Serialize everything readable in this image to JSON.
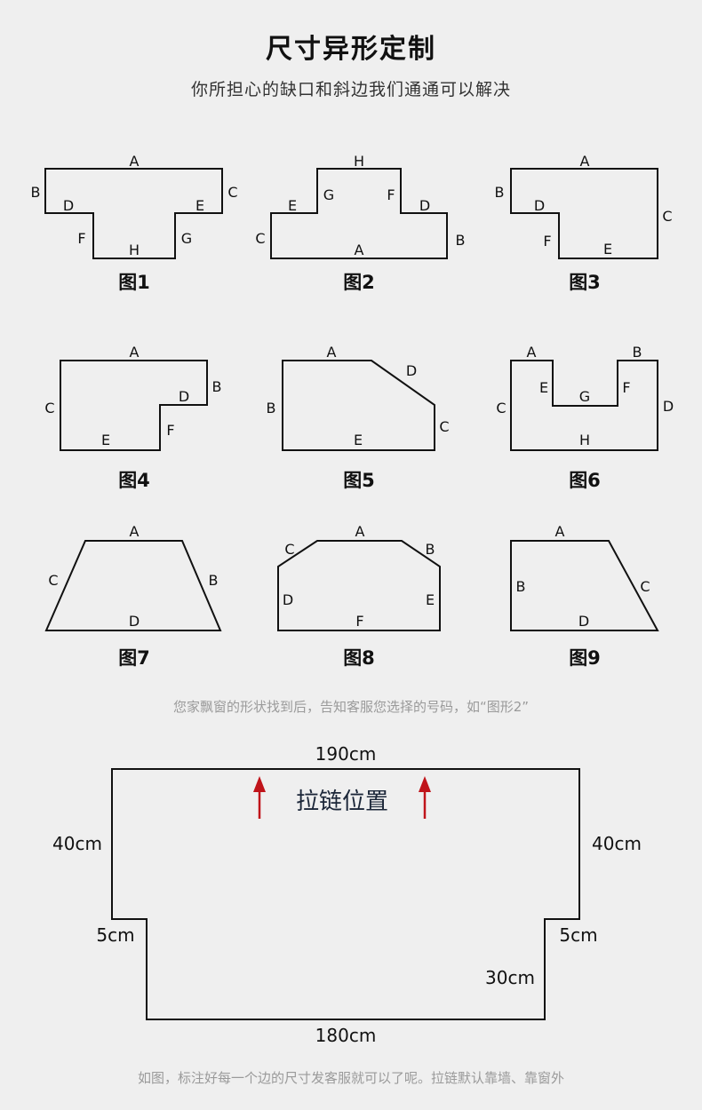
{
  "header": {
    "title": "尺寸异形定制",
    "subtitle": "你所担心的缺口和斜边我们通通可以解决"
  },
  "figures": [
    {
      "caption": "图1",
      "labels": [
        "A",
        "B",
        "C",
        "D",
        "E",
        "F",
        "G",
        "H"
      ]
    },
    {
      "caption": "图2",
      "labels": [
        "H",
        "G",
        "F",
        "E",
        "D",
        "C",
        "A",
        "B"
      ]
    },
    {
      "caption": "图3",
      "labels": [
        "A",
        "B",
        "D",
        "C",
        "F",
        "E"
      ]
    },
    {
      "caption": "图4",
      "labels": [
        "A",
        "B",
        "C",
        "D",
        "F",
        "E"
      ]
    },
    {
      "caption": "图5",
      "labels": [
        "A",
        "D",
        "B",
        "C",
        "E"
      ]
    },
    {
      "caption": "图6",
      "labels": [
        "A",
        "B",
        "E",
        "G",
        "F",
        "C",
        "D",
        "H"
      ]
    },
    {
      "caption": "图7",
      "labels": [
        "A",
        "C",
        "B",
        "D"
      ]
    },
    {
      "caption": "图8",
      "labels": [
        "A",
        "C",
        "B",
        "D",
        "E",
        "F"
      ]
    },
    {
      "caption": "图9",
      "labels": [
        "A",
        "B",
        "C",
        "D"
      ]
    }
  ],
  "note_select": "您家飘窗的形状找到后，告知客服您选择的号码，如“图形2”",
  "example": {
    "top": "190cm",
    "left": "40cm",
    "right": "40cm",
    "left_step": "5cm",
    "right_step": "5cm",
    "inner": "30cm",
    "bottom": "180cm",
    "zipper": "拉链位置",
    "arrow_color": "#c0141a"
  },
  "note_bottom": "如图，标注好每一个边的尺寸发客服就可以了呢。拉链默认靠墙、靠窗外"
}
